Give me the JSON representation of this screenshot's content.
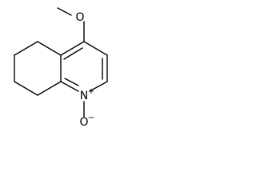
{
  "molecule": {
    "atoms": {
      "oxygen_methoxy": "O",
      "nitrogen": "N",
      "nitrogen_charge": "+",
      "oxygen_oxide": "O",
      "oxygen_oxide_charge": "−"
    }
  }
}
